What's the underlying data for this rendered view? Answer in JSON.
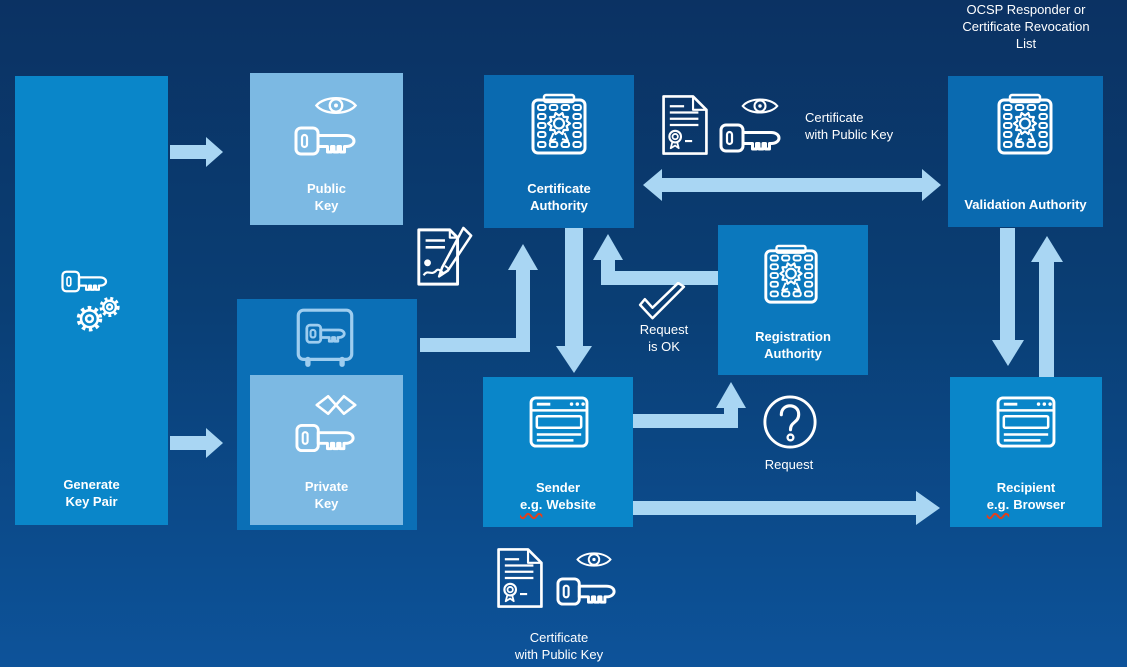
{
  "colors": {
    "background_top": "#0b3263",
    "background_bottom": "#0d539a",
    "box_bright": "#0a86c9",
    "box_medium": "#0a6ab0",
    "box_registration": "#0b78bd",
    "box_light": "#7cb9e3",
    "arrow": "#a9d6f3",
    "text": "#ffffff",
    "spellcheck_squiggle": "#e2401c"
  },
  "floating": {
    "ocsp_lines": [
      "OCSP Responder or",
      "Certificate Revocation",
      "List"
    ],
    "cert_top": {
      "line1": "Certificate",
      "line2": "with Public Key"
    },
    "request_ok": {
      "line1": "Request",
      "line2": "is OK"
    },
    "request": "Request",
    "cert_bottom": {
      "line1": "Certificate",
      "line2": "with Public Key"
    }
  },
  "boxes": {
    "generate": {
      "line1": "Generate",
      "line2": "Key Pair",
      "icon": "key-gears-icon"
    },
    "public_key": {
      "line1": "Public",
      "line2": "Key",
      "icon": "eye-key-icon"
    },
    "private_key": {
      "line1": "Private",
      "line2": "Key",
      "icon": "hidden-eye-key-icon",
      "outer_icon": "safe-icon"
    },
    "certificate_authority": {
      "line1": "Certificate",
      "line2": "Authority",
      "icon": "authority-seal-icon"
    },
    "validation_authority": {
      "label": "Validation Authority",
      "icon": "authority-seal-icon"
    },
    "registration_authority": {
      "line1": "Registration",
      "line2": "Authority",
      "icon": "authority-seal-icon"
    },
    "sender": {
      "line1": "Sender",
      "eg": "e.g.",
      "rest": "Website",
      "icon": "browser-window-icon"
    },
    "recipient": {
      "line1": "Recipient",
      "eg": "e.g.",
      "rest": "Browser",
      "icon": "browser-window-icon"
    }
  }
}
